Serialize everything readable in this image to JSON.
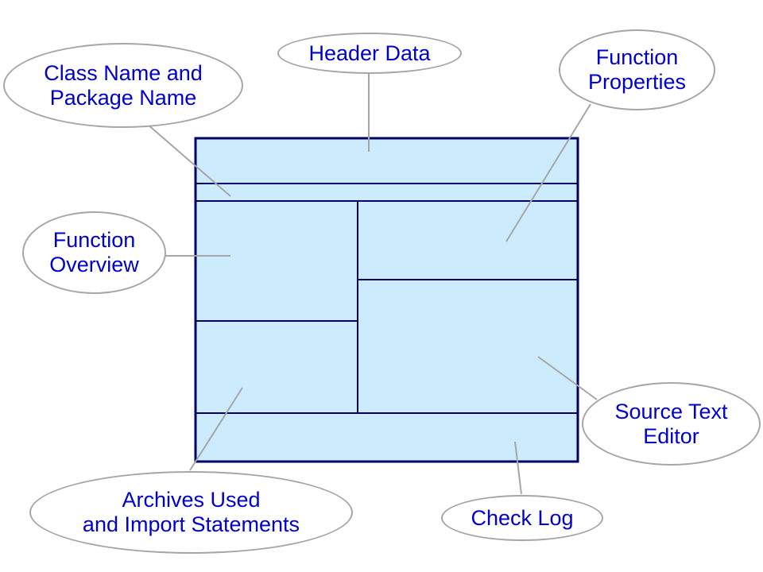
{
  "colors": {
    "panel_fill": "#CCEBFD",
    "panel_border": "#000066",
    "callout_border": "#A6A6A6",
    "connector": "#A6A6A6",
    "label_text": "#0000CC",
    "background": "#FFFFFF"
  },
  "callouts": {
    "class_name": {
      "lines": [
        "Class Name and",
        "Package Name"
      ]
    },
    "header_data": {
      "lines": [
        "Header Data"
      ]
    },
    "function_properties": {
      "lines": [
        "Function",
        "Properties"
      ]
    },
    "function_overview": {
      "lines": [
        "Function",
        "Overview"
      ]
    },
    "archives": {
      "lines": [
        "Archives Used",
        "and Import Statements"
      ]
    },
    "source_text_editor": {
      "lines": [
        "Source Text",
        "Editor"
      ]
    },
    "check_log": {
      "lines": [
        "Check Log"
      ]
    }
  }
}
